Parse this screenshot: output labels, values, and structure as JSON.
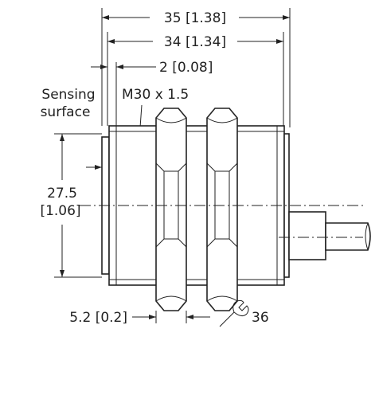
{
  "dimensions": {
    "overall_length": "35 [1.38]",
    "body_length": "34 [1.34]",
    "face_offset": "2 [0.08]",
    "thread": "M30 x 1.5",
    "sensing_surface_line1": "Sensing",
    "sensing_surface_line2": "surface",
    "diameter_line1": "27.5",
    "diameter_line2": "[1.06]",
    "face_thickness": "5.2 [0.2]",
    "wrench_size": "36"
  },
  "colors": {
    "line": "#222222",
    "background": "#ffffff"
  }
}
